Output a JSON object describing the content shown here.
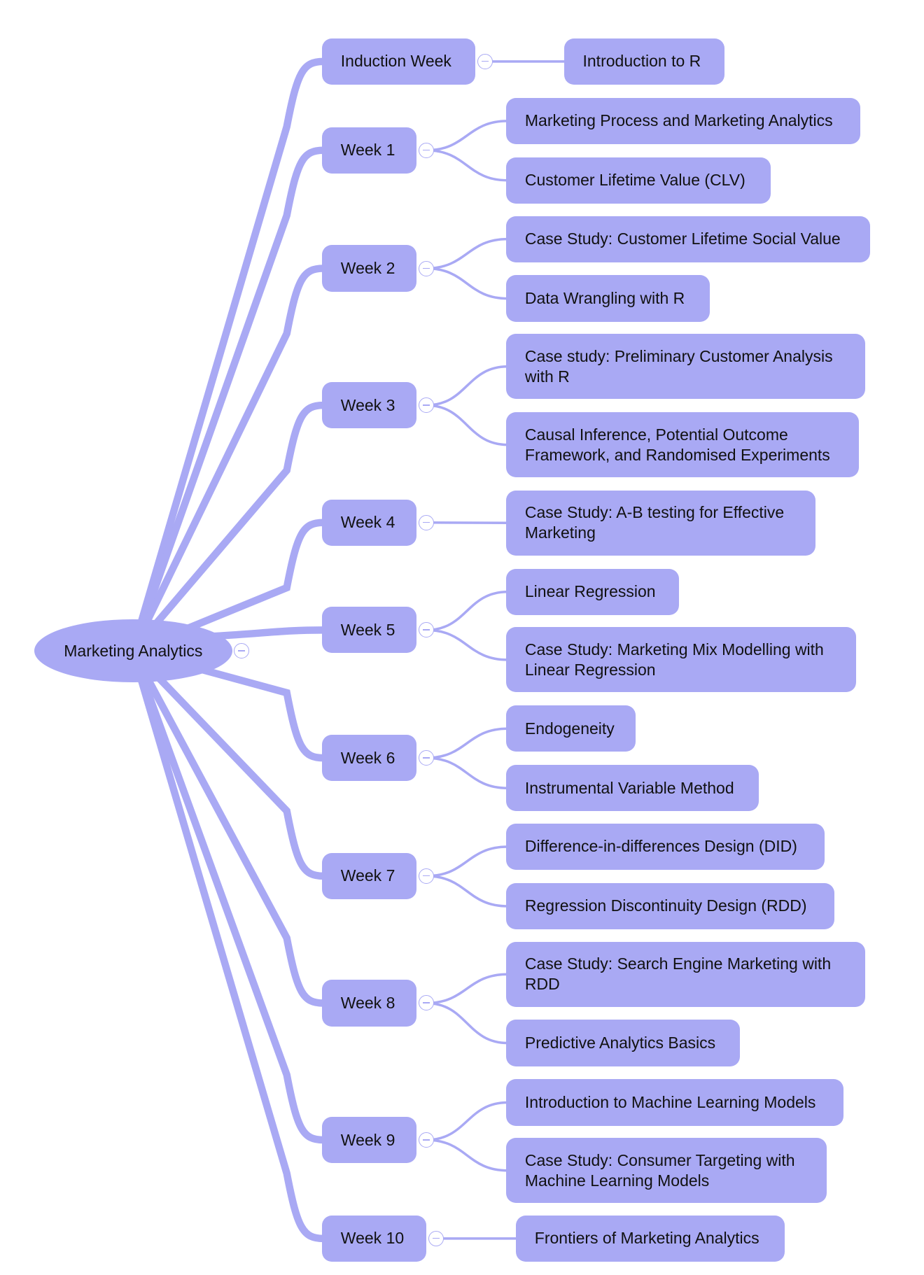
{
  "colors": {
    "node_fill": "#a9a9f4",
    "connector": "#a9a9f4",
    "text": "#111111",
    "background": "#ffffff"
  },
  "root": {
    "label": "Marketing Analytics"
  },
  "weeks": [
    {
      "label": "Induction Week",
      "topics": [
        "Introduction to R"
      ]
    },
    {
      "label": "Week 1",
      "topics": [
        "Marketing Process and Marketing Analytics",
        "Customer Lifetime Value (CLV)"
      ]
    },
    {
      "label": "Week 2",
      "topics": [
        "Case Study: Customer Lifetime Social Value",
        "Data Wrangling with R"
      ]
    },
    {
      "label": "Week 3",
      "topics": [
        "Case study: Preliminary Customer Analysis with R",
        "Causal Inference, Potential Outcome Framework, and Randomised Experiments"
      ]
    },
    {
      "label": "Week 4",
      "topics": [
        "Case Study: A-B testing for Effective Marketing"
      ]
    },
    {
      "label": "Week 5",
      "topics": [
        "Linear Regression",
        "Case Study: Marketing Mix Modelling with Linear Regression"
      ]
    },
    {
      "label": "Week 6",
      "topics": [
        "Endogeneity",
        "Instrumental Variable Method"
      ]
    },
    {
      "label": "Week 7",
      "topics": [
        "Difference-in-differences Design (DID)",
        "Regression Discontinuity Design (RDD)"
      ]
    },
    {
      "label": "Week 8",
      "topics": [
        "Case Study: Search Engine Marketing with RDD",
        "Predictive Analytics Basics"
      ]
    },
    {
      "label": "Week 9",
      "topics": [
        "Introduction to Machine Learning Models",
        "Case Study: Consumer Targeting with Machine Learning Models"
      ]
    },
    {
      "label": "Week 10",
      "topics": [
        "Frontiers of Marketing Analytics"
      ]
    }
  ]
}
